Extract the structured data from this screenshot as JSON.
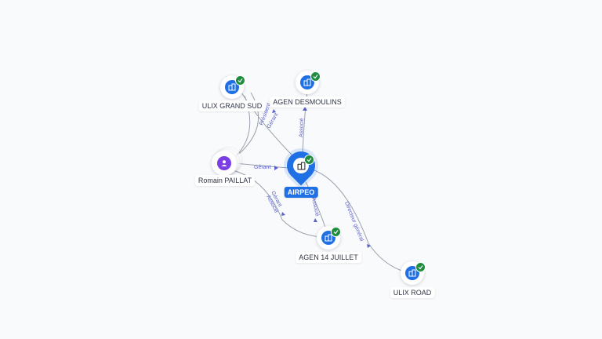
{
  "nodes": {
    "airpeo": {
      "label": "AIRPEO",
      "icon": "building-icon",
      "verified": true
    },
    "ulix_grand_sud": {
      "label": "ULIX GRAND SUD",
      "icon": "building-icon",
      "verified": true
    },
    "agen_desmoulins": {
      "label": "AGEN DESMOULINS",
      "icon": "building-icon",
      "verified": true
    },
    "romain_paillat": {
      "label": "Romain PAILLAT",
      "icon": "person-icon"
    },
    "agen_14_juillet": {
      "label": "AGEN 14 JUILLET",
      "icon": "building-icon",
      "verified": true
    },
    "ulix_road": {
      "label": "ULIX ROAD",
      "icon": "building-icon",
      "verified": true
    }
  },
  "edges": {
    "gerant_airpeo": "Gérant",
    "associe_desmoulins": "Associé",
    "president_ulix_gs": "Président",
    "gerant_ulix_gs": "Gérant",
    "gerant_agen14": "Gérant",
    "associe_romain_agen14": "Associé",
    "associe_airpeo_agen14": "Associé",
    "directeur_ulix_road": "Directeur général"
  },
  "colors": {
    "accent": "#1f6fe5",
    "verified": "#1e8e3e",
    "person": "#7b3fe4",
    "edge_label": "#5b61c9",
    "edge_line": "#9aa0ab"
  }
}
